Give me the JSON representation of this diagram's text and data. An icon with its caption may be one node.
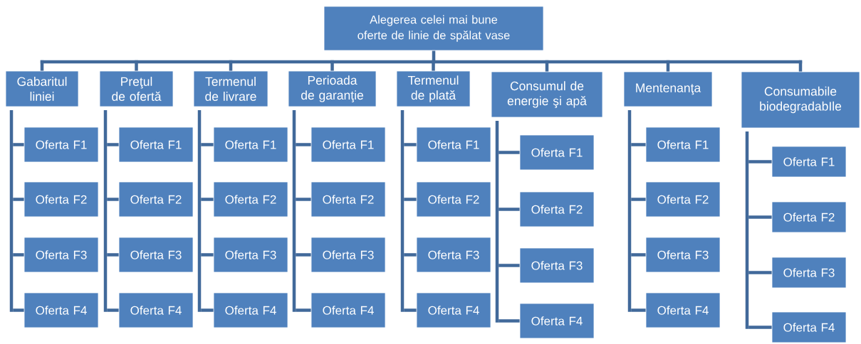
{
  "diagram": {
    "nodes": [
      {
        "text": [
          "Alegerea celei mai bune oferte de linie de spălat vase"
        ]
      },
      {
        "text": [
          "Gabaritul liniei"
        ]
      },
      {
        "text": [
          "Oferta F1"
        ]
      },
      {
        "text": [
          "Oferta F2"
        ]
      },
      {
        "text": [
          "Oferta F3"
        ]
      },
      {
        "text": [
          "Oferta F4"
        ]
      },
      {
        "text": [
          "Preţul de ofertă"
        ]
      },
      {
        "text": [
          "Oferta F1"
        ]
      },
      {
        "text": [
          "Oferta F2"
        ]
      },
      {
        "text": [
          "Oferta F3"
        ]
      },
      {
        "text": [
          "Oferta F4"
        ]
      },
      {
        "text": [
          "Termenul de livrare"
        ]
      },
      {
        "text": [
          "Oferta F1"
        ]
      },
      {
        "text": [
          "Oferta F2"
        ]
      },
      {
        "text": [
          "Oferta F3"
        ]
      },
      {
        "text": [
          "Oferta F4"
        ]
      },
      {
        "text": [
          "Perioada de garanţie"
        ]
      },
      {
        "text": [
          "Oferta F1"
        ]
      },
      {
        "text": [
          "Oferta F2"
        ]
      },
      {
        "text": [
          "Oferta F3"
        ]
      },
      {
        "text": [
          "Oferta F4"
        ]
      },
      {
        "text": [
          "Termenul de plată"
        ]
      },
      {
        "text": [
          "Oferta F1"
        ]
      },
      {
        "text": [
          "Oferta F2"
        ]
      },
      {
        "text": [
          "Oferta F3"
        ]
      },
      {
        "text": [
          "Oferta F4"
        ]
      },
      {
        "text": [
          "Consumul de energie şi apă"
        ]
      },
      {
        "text": [
          "Oferta F1"
        ]
      },
      {
        "text": [
          "Oferta F2"
        ]
      },
      {
        "text": [
          "Oferta F3"
        ]
      },
      {
        "text": [
          "Oferta F4"
        ]
      },
      {
        "text": [
          "Mentenanţa"
        ]
      },
      {
        "text": [
          "Oferta F1"
        ]
      },
      {
        "text": [
          "Oferta F2"
        ]
      },
      {
        "text": [
          "Oferta F3"
        ]
      },
      {
        "text": [
          "Oferta F4"
        ]
      },
      {
        "text": [
          "Consumabile biodegradabIle"
        ]
      },
      {
        "text": [
          "Oferta F1"
        ]
      },
      {
        "text": [
          "Oferta F2"
        ]
      },
      {
        "text": [
          "Oferta F3"
        ]
      },
      {
        "text": [
          "Oferta F4"
        ]
      }
    ],
    "edges": [
      {
        "from": 0,
        "to": 1,
        "arrow": "none"
      },
      {
        "from": 0,
        "to": 6,
        "arrow": "none"
      },
      {
        "from": 0,
        "to": 11,
        "arrow": "none"
      },
      {
        "from": 0,
        "to": 16,
        "arrow": "none"
      },
      {
        "from": 0,
        "to": 21,
        "arrow": "none"
      },
      {
        "from": 0,
        "to": 26,
        "arrow": "none"
      },
      {
        "from": 0,
        "to": 31,
        "arrow": "none"
      },
      {
        "from": 0,
        "to": 36,
        "arrow": "none"
      },
      {
        "from": 1,
        "to": 2,
        "arrow": "none"
      },
      {
        "from": 1,
        "to": 3,
        "arrow": "none"
      },
      {
        "from": 1,
        "to": 4,
        "arrow": "none"
      },
      {
        "from": 1,
        "to": 5,
        "arrow": "none"
      },
      {
        "from": 6,
        "to": 7,
        "arrow": "none"
      },
      {
        "from": 6,
        "to": 8,
        "arrow": "none"
      },
      {
        "from": 6,
        "to": 9,
        "arrow": "none"
      },
      {
        "from": 6,
        "to": 10,
        "arrow": "none"
      },
      {
        "from": 11,
        "to": 12,
        "arrow": "none"
      },
      {
        "from": 11,
        "to": 13,
        "arrow": "none"
      },
      {
        "from": 11,
        "to": 14,
        "arrow": "none"
      },
      {
        "from": 11,
        "to": 15,
        "arrow": "none"
      },
      {
        "from": 16,
        "to": 17,
        "arrow": "none"
      },
      {
        "from": 16,
        "to": 18,
        "arrow": "none"
      },
      {
        "from": 16,
        "to": 19,
        "arrow": "none"
      },
      {
        "from": 16,
        "to": 20,
        "arrow": "none"
      },
      {
        "from": 21,
        "to": 22,
        "arrow": "none"
      },
      {
        "from": 21,
        "to": 23,
        "arrow": "none"
      },
      {
        "from": 21,
        "to": 24,
        "arrow": "none"
      },
      {
        "from": 21,
        "to": 25,
        "arrow": "none"
      },
      {
        "from": 26,
        "to": 27,
        "arrow": "none"
      },
      {
        "from": 26,
        "to": 28,
        "arrow": "none"
      },
      {
        "from": 26,
        "to": 29,
        "arrow": "none"
      },
      {
        "from": 26,
        "to": 30,
        "arrow": "none"
      },
      {
        "from": 31,
        "to": 32,
        "arrow": "none"
      },
      {
        "from": 31,
        "to": 33,
        "arrow": "none"
      },
      {
        "from": 31,
        "to": 34,
        "arrow": "none"
      },
      {
        "from": 31,
        "to": 35,
        "arrow": "none"
      },
      {
        "from": 36,
        "to": 37,
        "arrow": "none"
      },
      {
        "from": 36,
        "to": 38,
        "arrow": "none"
      },
      {
        "from": 36,
        "to": 39,
        "arrow": "none"
      },
      {
        "from": 36,
        "to": 40,
        "arrow": "none"
      }
    ]
  }
}
